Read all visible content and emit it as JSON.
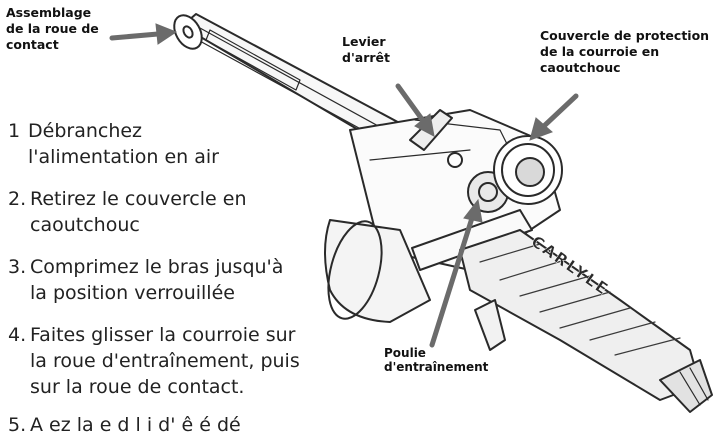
{
  "callouts": {
    "contact_wheel": [
      "Assemblage",
      "de la roue de",
      "contact"
    ],
    "lock_lever": [
      "Levier",
      "d'arrêt"
    ],
    "rubber_cover": [
      "Couvercle de protection",
      "de la courroie en",
      "caoutchouc"
    ],
    "drive_pulley": [
      "Poulie",
      "d'entraînement"
    ]
  },
  "tool_brand": "CARLYLE",
  "steps": [
    {
      "num": "1",
      "lines": [
        "Débranchez",
        "l'alimentation en air"
      ]
    },
    {
      "num": "2.",
      "lines": [
        "Retirez le couvercle en",
        "caoutchouc"
      ]
    },
    {
      "num": "3.",
      "lines": [
        "Comprimez le bras jusqu'à",
        "la position verrouillée"
      ]
    },
    {
      "num": "4.",
      "lines": [
        "Faites glisser la courroie sur",
        "la roue d'entraînement, puis",
        "sur la roue de contact."
      ]
    },
    {
      "num": "5.",
      "lines": [
        "A  ez la  e d l  i  d'  ê  é  dé"
      ]
    }
  ],
  "colors": {
    "arrow": "#6b6b6b",
    "line": "#2a2a2a",
    "grip": "#3a3a3a"
  }
}
